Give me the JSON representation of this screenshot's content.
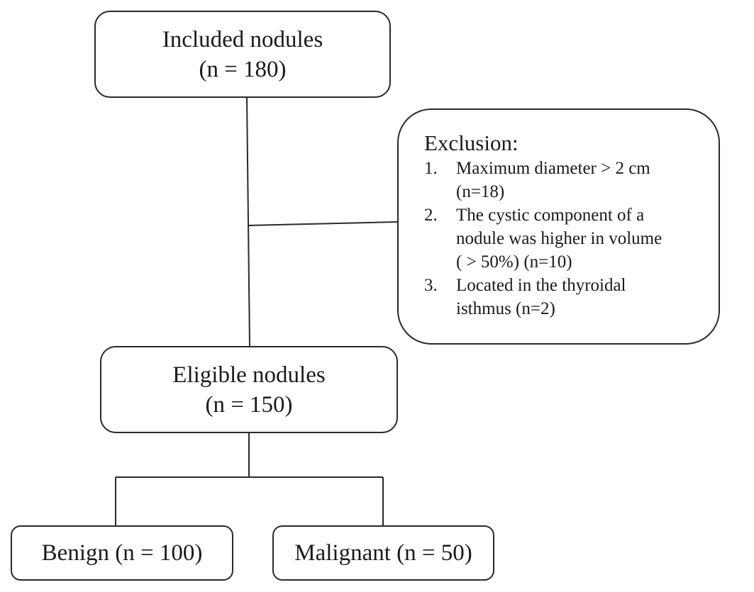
{
  "flowchart": {
    "included": {
      "label": "Included nodules",
      "count": "(n = 180)"
    },
    "exclusion": {
      "title": "Exclusion:",
      "items": [
        {
          "num": "1.",
          "lines": [
            "Maximum diameter > 2 cm",
            "(n=18)"
          ]
        },
        {
          "num": "2.",
          "lines": [
            "The cystic component of a",
            "nodule was higher in volume",
            "( > 50%) (n=10)"
          ]
        },
        {
          "num": "3.",
          "lines": [
            "Located in the thyroidal",
            "isthmus (n=2)"
          ]
        }
      ]
    },
    "eligible": {
      "label": "Eligible nodules",
      "count": "(n = 150)"
    },
    "benign": {
      "label": "Benign (n = 100)"
    },
    "malignant": {
      "label": "Malignant (n = 50)"
    },
    "colors": {
      "border": "#2a2a2a",
      "line": "#2a2a2a",
      "background": "#ffffff",
      "text": "#1a1a1a"
    }
  }
}
